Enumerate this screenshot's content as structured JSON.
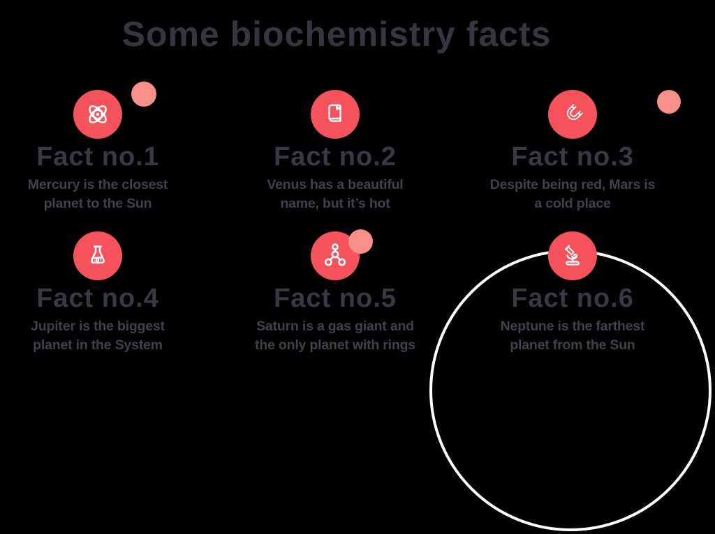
{
  "title": "Some biochemistry facts",
  "colors": {
    "accent": "#f5525b",
    "accent-light": "#f79089",
    "title-color": "#39353f",
    "heading-color": "#3b3743",
    "body-color": "#443f4b",
    "ring-color": "#ffffff",
    "background": "#000000"
  },
  "facts": [
    {
      "number": "Fact no.1",
      "icon": "atom-icon",
      "lines": [
        "Mercury is the closest",
        "planet to the Sun"
      ]
    },
    {
      "number": "Fact no.2",
      "icon": "book-icon",
      "lines": [
        "Venus has a beautiful",
        "name, but it’s hot"
      ]
    },
    {
      "number": "Fact no.3",
      "icon": "magnet-icon",
      "lines": [
        "Despite being red, Mars is",
        "a cold place"
      ]
    },
    {
      "number": "Fact no.4",
      "icon": "flask-icon",
      "lines": [
        "Jupiter is the biggest",
        "planet in the System"
      ]
    },
    {
      "number": "Fact no.5",
      "icon": "molecule-icon",
      "lines": [
        "Saturn is a gas giant and",
        "the only planet with rings"
      ]
    },
    {
      "number": "Fact no.6",
      "icon": "microscope-icon",
      "lines": [
        "Neptune is the farthest",
        "planet from the Sun"
      ]
    }
  ]
}
